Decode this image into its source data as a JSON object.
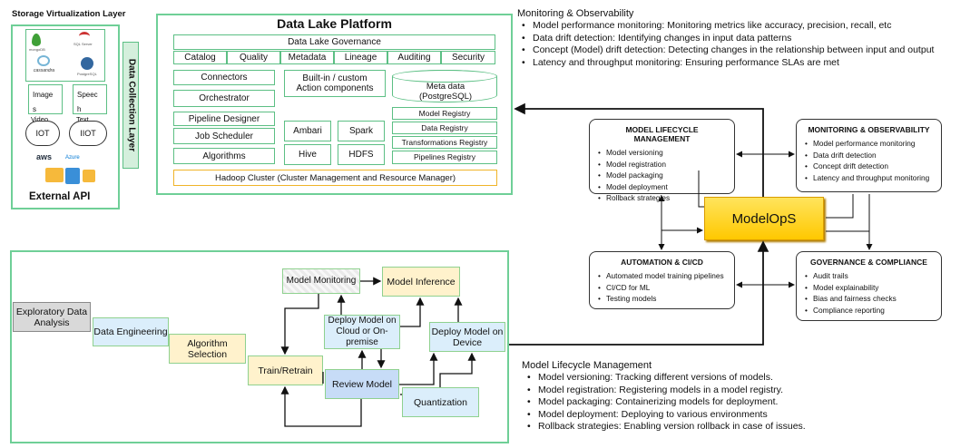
{
  "storage": {
    "title": "Storage Virtualization Layer",
    "logos": [
      "mongoDB",
      "SQL Server",
      "cassandra",
      "PostgreSQL"
    ],
    "images_label": "Image s",
    "speech_label": "Speec h",
    "video_label": "Video",
    "text_label": "Text",
    "iot_label": "IOT",
    "iiot_label": "IIOT",
    "aws_label": "aws",
    "azure_label": "Azure",
    "external_api": "External API"
  },
  "collection_layer": "Data Collection Layer",
  "data_lake": {
    "title": "Data Lake Platform",
    "governance": "Data Lake Governance",
    "governance_items": [
      "Catalog",
      "Quality",
      "Metadata",
      "Lineage",
      "Auditing",
      "Security"
    ],
    "connectors": "Connectors",
    "orchestrator": "Orchestrator",
    "pipeline_designer": "Pipeline Designer",
    "job_scheduler": "Job Scheduler",
    "algorithms": "Algorithms",
    "action_components": "Built-in / custom Action components",
    "metadata_db": "Meta data (PostgreSQL)",
    "ambari": "Ambari",
    "spark": "Spark",
    "hive": "Hive",
    "hdfs": "HDFS",
    "registries": [
      "Model Registry",
      "Data Registry",
      "Transformations Registry",
      "Pipelines Registry"
    ],
    "hadoop": "Hadoop Cluster (Cluster Management and Resource Manager)"
  },
  "monitoring_notes": {
    "title": "Monitoring & Observability",
    "items": [
      "Model performance monitoring: Monitoring metrics like accuracy, precision, recall, etc",
      "Data drift detection: Identifying changes in input data patterns",
      "Concept (Model) drift detection: Detecting changes in the relationship between input and output",
      "Latency and throughput monitoring: Ensuring performance SLAs are met"
    ]
  },
  "modelops": {
    "center": "ModelOpS",
    "lifecycle": {
      "title": "MODEL LIFECYCLE MANAGEMENT",
      "items": [
        "Model versioning",
        "Model registration",
        "Model packaging",
        "Model deployment",
        "Rollback strategies"
      ]
    },
    "monitoring": {
      "title": "MONITORING & OBSERVABILITY",
      "items": [
        "Model performance monitoring",
        "Data drift detection",
        "Concept drift detection",
        "Latency and throughput monitoring"
      ]
    },
    "automation": {
      "title": "AUTOMATION & CI/CD",
      "items": [
        "Automated model training pipelines",
        "CI/CD for ML",
        "Testing models"
      ]
    },
    "governance": {
      "title": "GOVERNANCE & COMPLIANCE",
      "items": [
        "Audit trails",
        "Model explainability",
        "Bias and fairness  checks",
        "Compliance reporting"
      ]
    }
  },
  "pipeline": {
    "eda": "Exploratory Data Analysis",
    "data_engineering": "Data Engineering",
    "algorithm_selection": "Algorithm Selection",
    "train_retrain": "Train/Retrain",
    "review_model": "Review Model",
    "model_monitoring": "Model Monitoring",
    "model_inference": "Model Inference",
    "deploy_cloud": "Deploy Model on Cloud or On-premise",
    "deploy_device": "Deploy Model on Device",
    "quantization": "Quantization"
  },
  "lifecycle_notes": {
    "title": "Model Lifecycle Management",
    "items": [
      "Model versioning: Tracking different versions of models.",
      "Model registration: Registering models in a model registry.",
      "Model packaging: Containerizing models for deployment.",
      "Model deployment: Deploying to various environments",
      "Rollback strategies: Enabling version rollback in case of issues."
    ]
  },
  "colors": {
    "green_border": "#5cbf84",
    "modelops_fill": "#ffd21a",
    "hadoop_border": "#f0b429",
    "eda_fill": "#d9d9d9",
    "blue_fill": "#dbeefb",
    "yellow_fill": "#fff2cc",
    "review_fill": "#c7dcf7"
  }
}
